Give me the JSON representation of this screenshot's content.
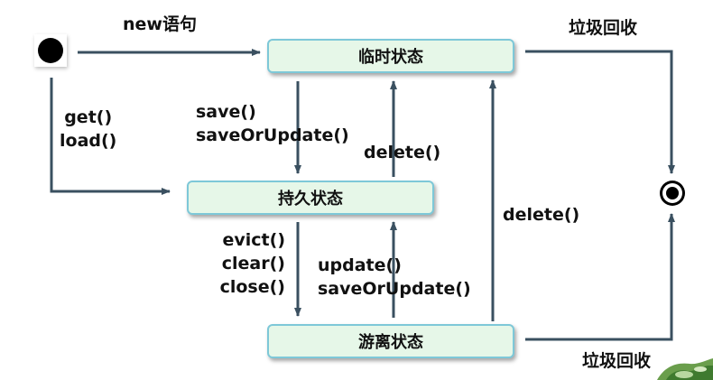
{
  "states": {
    "transient": "临时状态",
    "persistent": "持久状态",
    "detached": "游离状态"
  },
  "transitions": {
    "new_statement": "new语句",
    "get": "get()",
    "load": "load()",
    "save": "save()",
    "save_or_update": "saveOrUpdate()",
    "delete_persistent": "delete()",
    "delete_detached": "delete()",
    "evict": "evict()",
    "clear": "clear()",
    "close": "close()",
    "update": "update()",
    "update_save_or_update": "saveOrUpdate()",
    "gc_transient": "垃圾回收",
    "gc_detached": "垃圾回收"
  },
  "colors": {
    "arrow": "#3a5060",
    "state_fill": "#e6f7e8",
    "state_border": "#7ec8d8"
  }
}
